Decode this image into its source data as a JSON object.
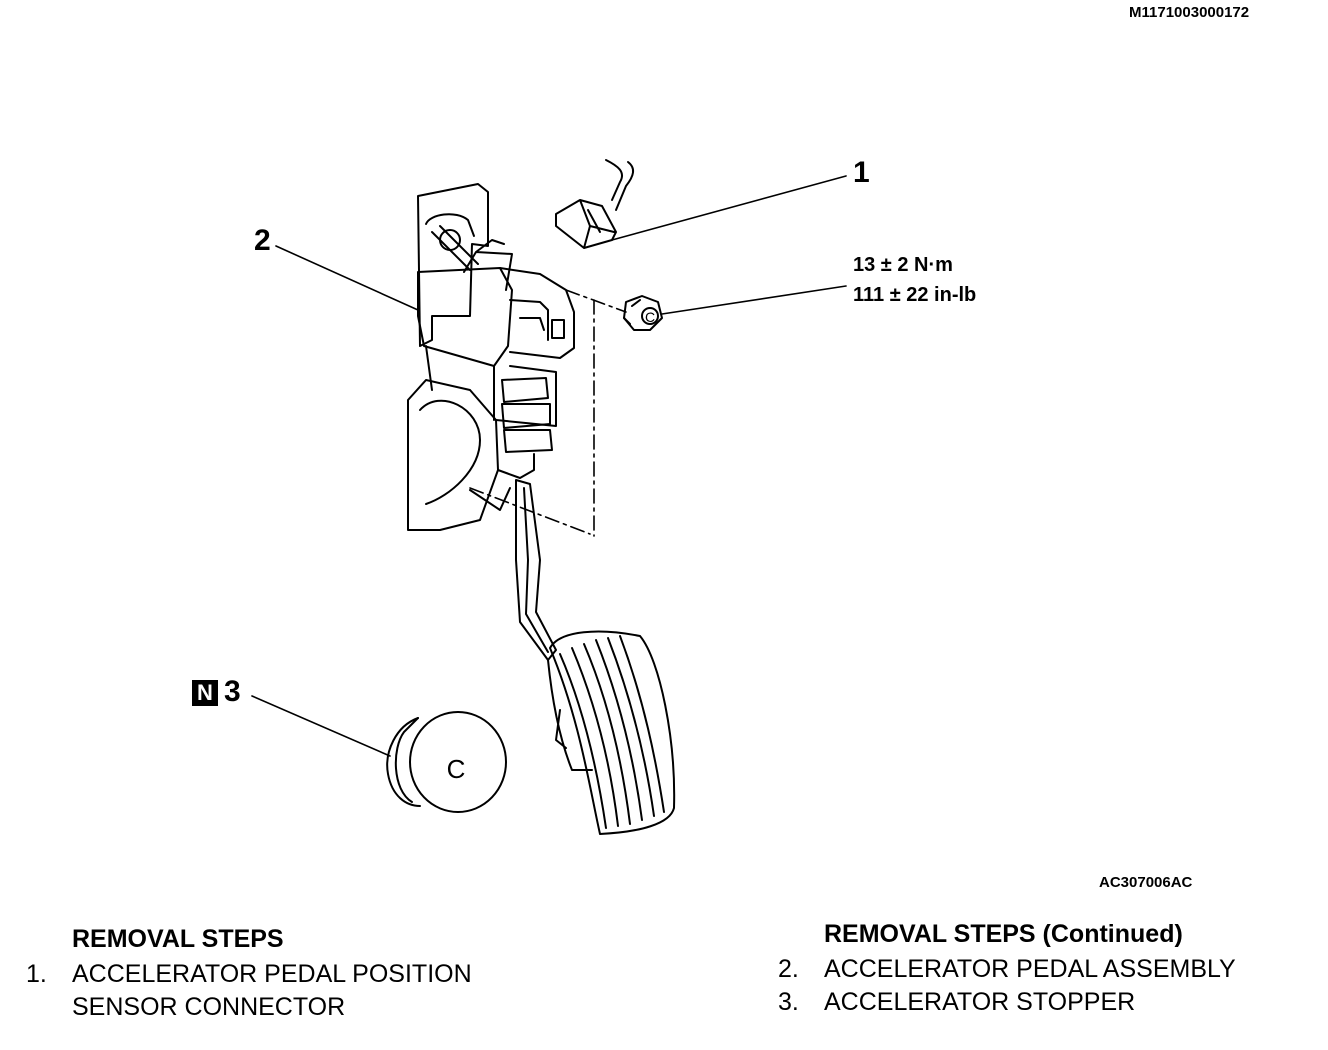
{
  "document_id": "M1171003000172",
  "figure_id": "AC307006AC",
  "callouts": {
    "c1": "1",
    "c2": "2",
    "c3": "3",
    "n_badge": "N"
  },
  "torque": {
    "metric": "13 ± 2 N·m",
    "imperial": "111 ± 22 in-lb"
  },
  "removal_steps": {
    "heading": "REMOVAL STEPS",
    "heading_continued": "REMOVAL STEPS (Continued)",
    "items": [
      {
        "num": "1.",
        "line1": "ACCELERATOR PEDAL POSITION",
        "line2": "SENSOR CONNECTOR"
      },
      {
        "num": "2.",
        "line1": "ACCELERATOR PEDAL ASSEMBLY"
      },
      {
        "num": "3.",
        "line1": "ACCELERATOR STOPPER"
      }
    ]
  },
  "stopper_mark": "C",
  "nut_mark": "C"
}
